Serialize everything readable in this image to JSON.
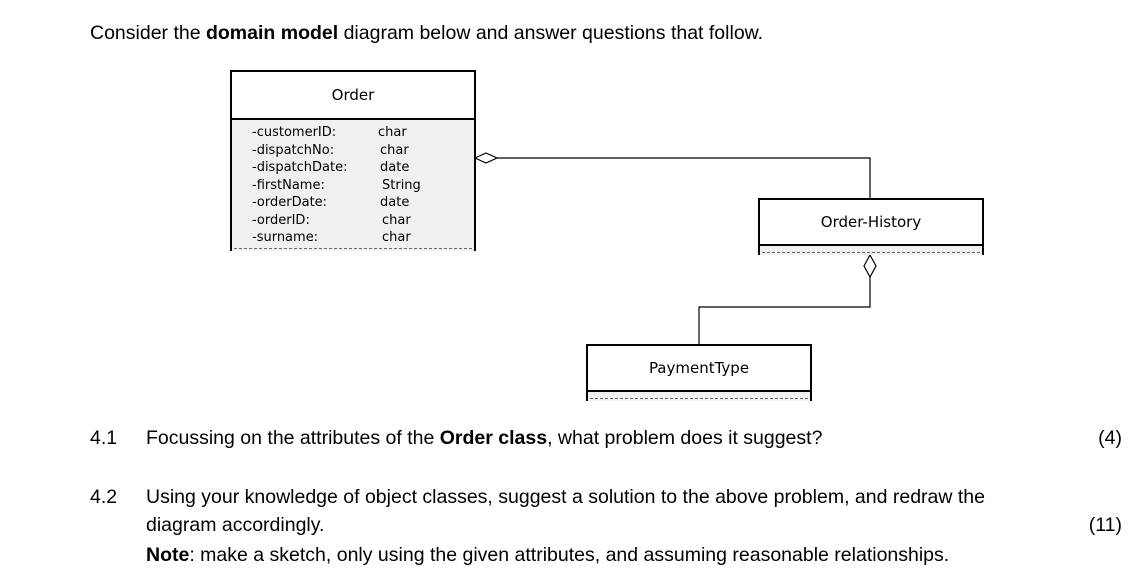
{
  "intro": {
    "before": "Consider the ",
    "bold": "domain model",
    "after": " diagram below and answer questions that follow."
  },
  "diagram": {
    "order": {
      "name": "Order",
      "attributes": [
        {
          "name": "-customerID:",
          "type": "char"
        },
        {
          "name": "-dispatchNo:",
          "type": "char"
        },
        {
          "name": "-dispatchDate:",
          "type": "date"
        },
        {
          "name": "-firstName:",
          "type": "String"
        },
        {
          "name": "-orderDate:",
          "type": "date"
        },
        {
          "name": "-orderID:",
          "type": "char"
        },
        {
          "name": "-surname:",
          "type": "char"
        }
      ]
    },
    "order_history": {
      "name": "Order-History"
    },
    "payment_type": {
      "name": "PaymentType"
    }
  },
  "questions": [
    {
      "number": "4.1",
      "before": "Focussing on the attributes of the ",
      "bold": "Order class",
      "after": ", what problem does it suggest?",
      "marks": "(4)"
    },
    {
      "number": "4.2",
      "line1": "Using your knowledge of object classes, suggest a solution to the above problem, and redraw the",
      "line2": "diagram accordingly.",
      "marks": "(11)",
      "note_label": "Note",
      "note_text": ": make a sketch, only using the given attributes, and assuming reasonable relationships."
    }
  ]
}
